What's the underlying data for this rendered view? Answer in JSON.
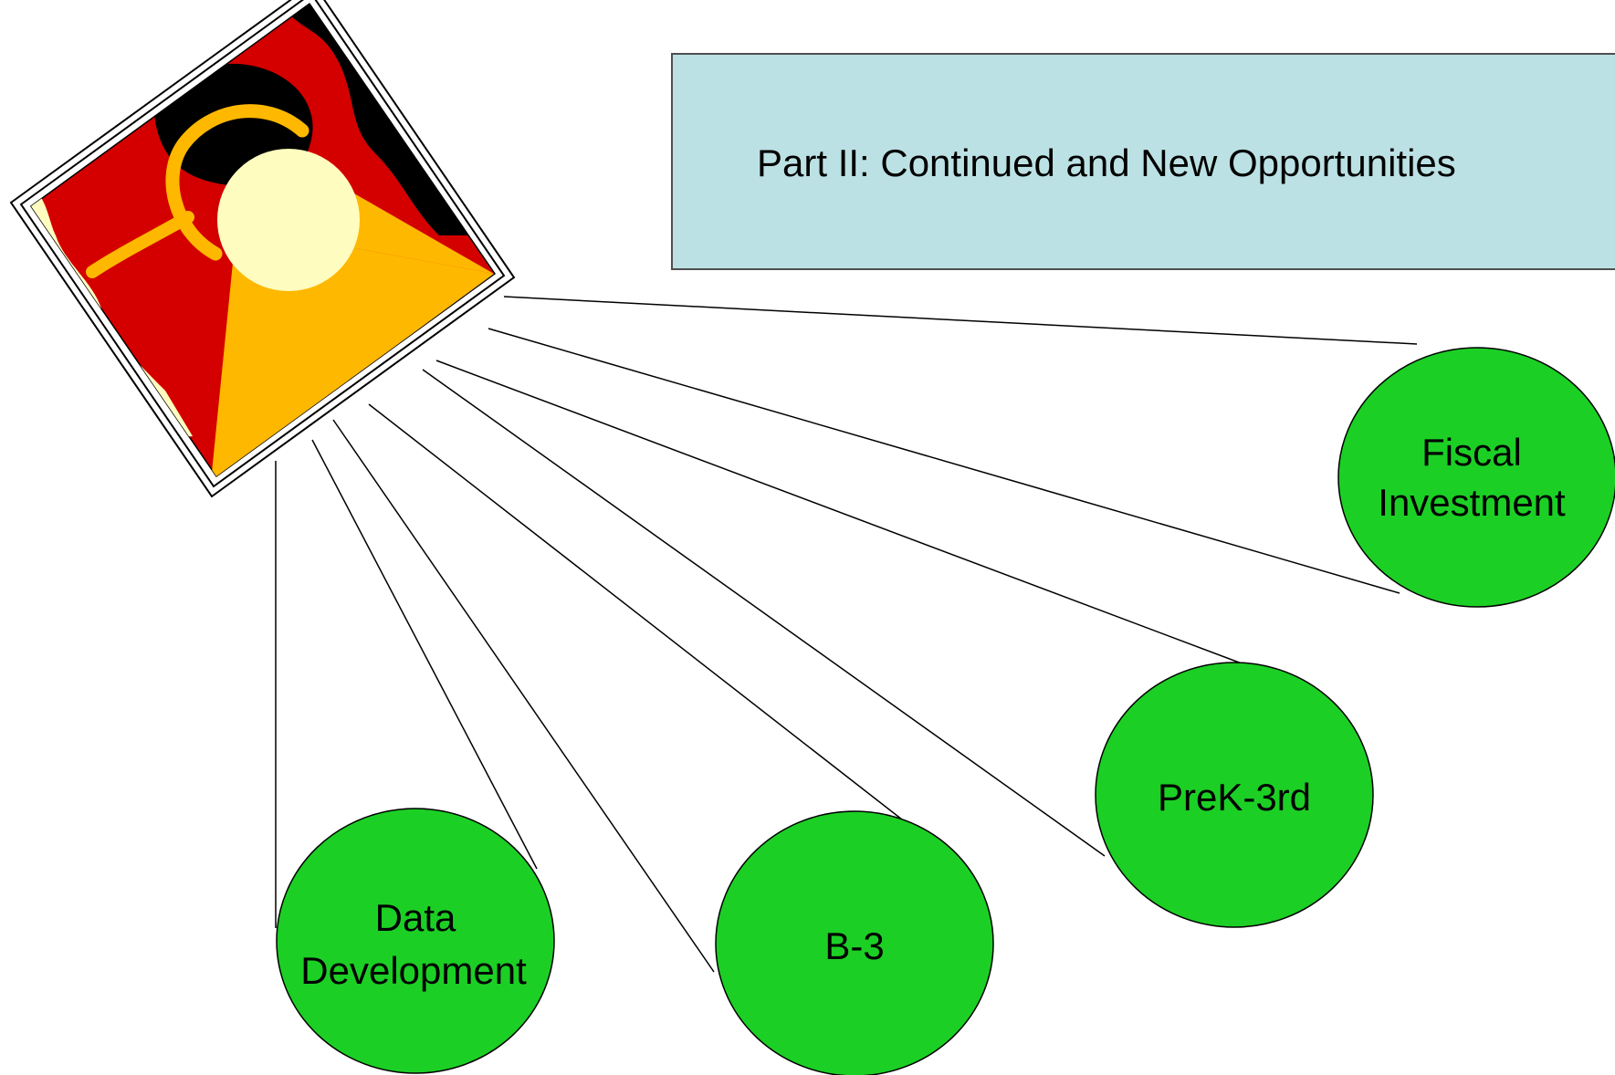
{
  "title": "Part II: Continued and New Opportunities",
  "colors": {
    "title_box_fill": "#bce1e4",
    "node_fill": "#1ccf25",
    "clipart_red": "#d40000",
    "clipart_orange": "#ffb800",
    "clipart_cream": "#fffcc0",
    "clipart_black": "#000000"
  },
  "hub": {
    "icon": "abstract-clipart-icon"
  },
  "nodes": [
    {
      "id": "fiscal-investment",
      "lines": [
        "Fiscal",
        "Investment"
      ]
    },
    {
      "id": "prek-3rd",
      "lines": [
        "PreK-3rd"
      ]
    },
    {
      "id": "b-3",
      "lines": [
        "B-3"
      ]
    },
    {
      "id": "data-development",
      "lines": [
        "Data",
        "Development"
      ]
    }
  ]
}
